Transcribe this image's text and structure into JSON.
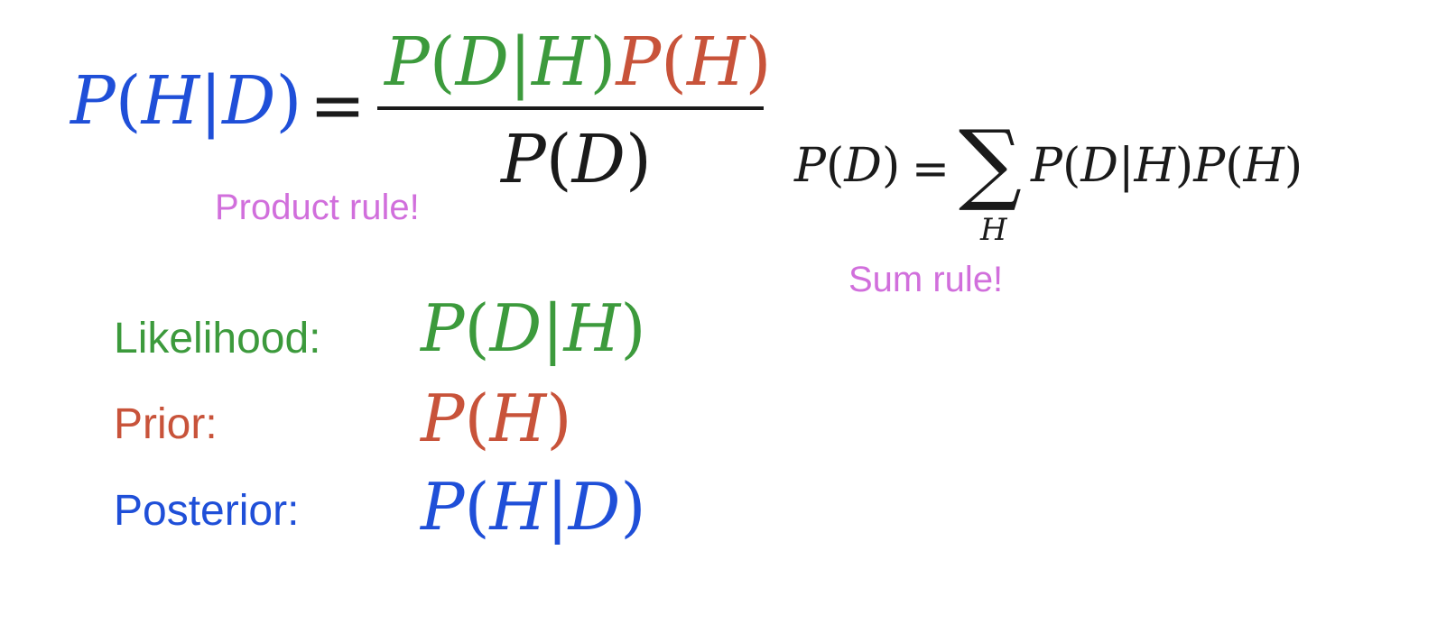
{
  "colors": {
    "posterior": "#1f4fd8",
    "likelihood": "#3c9a3c",
    "prior": "#c8533a",
    "evidence": "#1a1a1a",
    "note": "#d16fdc"
  },
  "bayes": {
    "lhs": {
      "p": "P",
      "open": "(",
      "a": "H",
      "bar": "|",
      "b": "D",
      "close": ")"
    },
    "equals": "=",
    "numerator": {
      "likelihood": {
        "p": "P",
        "open": "(",
        "a": "D",
        "bar": "|",
        "b": "H",
        "close": ")"
      },
      "prior": {
        "p": "P",
        "open": "(",
        "a": "H",
        "close": ")"
      }
    },
    "denominator": {
      "p": "P",
      "open": "(",
      "a": "D",
      "close": ")"
    }
  },
  "sum_rule": {
    "left": {
      "p": "P",
      "open": "(",
      "a": "D",
      "close": ")"
    },
    "equals": "=",
    "sigma": "∑",
    "subscript": "H",
    "term1": {
      "p": "P",
      "open": "(",
      "a": "D",
      "bar": "|",
      "b": "H",
      "close": ")"
    },
    "term2": {
      "p": "P",
      "open": "(",
      "a": "H",
      "close": ")"
    }
  },
  "notes": {
    "product": "Product rule!",
    "sum": "Sum rule!"
  },
  "definitions": {
    "likelihood": {
      "label": "Likelihood:",
      "expr": {
        "p": "P",
        "open": "(",
        "a": "D",
        "bar": "|",
        "b": "H",
        "close": ")"
      }
    },
    "prior": {
      "label": "Prior:",
      "expr": {
        "p": "P",
        "open": "(",
        "a": "H",
        "close": ")"
      }
    },
    "posterior": {
      "label": "Posterior:",
      "expr": {
        "p": "P",
        "open": "(",
        "a": "H",
        "bar": "|",
        "b": "D",
        "close": ")"
      }
    }
  }
}
